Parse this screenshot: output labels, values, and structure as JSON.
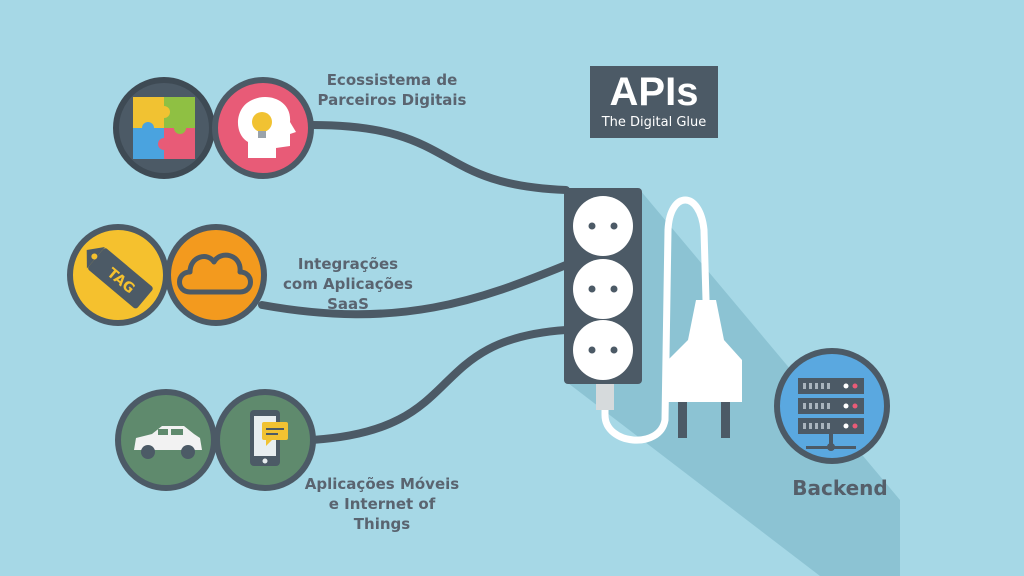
{
  "title": {
    "main": "APIs",
    "sub": "The Digital Glue"
  },
  "groups": [
    {
      "lines": [
        "Ecossistema  de",
        "Parceiros Digitais"
      ],
      "icons": [
        "puzzle-icon",
        "lightbulb-head-icon"
      ]
    },
    {
      "lines": [
        "Integrações",
        "com Aplicações",
        "SaaS"
      ],
      "icons": [
        "tag-icon",
        "cloud-icon"
      ]
    },
    {
      "lines": [
        "Aplicações  Móveis",
        "e Internet of",
        "Things"
      ],
      "icons": [
        "car-icon",
        "smartphone-chat-icon"
      ]
    }
  ],
  "tag_text": "TAG",
  "backend": {
    "label": "Backend",
    "icon": "server-icon"
  },
  "colors": {
    "background": "#a6d8e6",
    "dark": "#4c5a66",
    "puzzle_circle": "#4c5a66",
    "head_circle": "#e85b77",
    "tag_circle": "#f5c12e",
    "cloud_circle": "#f39a1e",
    "car_circle": "#5f8a6d",
    "phone_circle": "#5f8a6d",
    "server_circle": "#5aa8e0"
  }
}
